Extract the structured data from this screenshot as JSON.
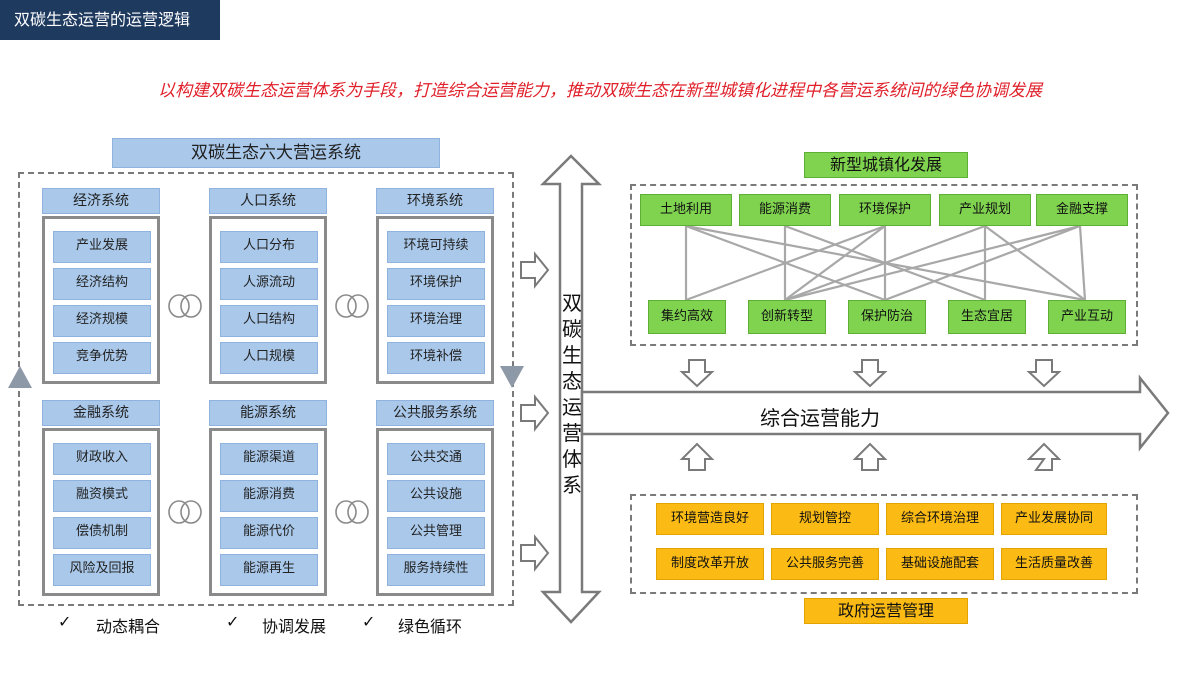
{
  "title": "双碳生态运营的运营逻辑",
  "subtitle": "以构建双碳生态运营体系为手段，打造综合运营能力，推动双碳生态在新型城镇化进程中各营运系统间的绿色协调发展",
  "six_systems": {
    "header": "双碳生态六大营运系统",
    "systems": [
      {
        "name": "经济系统",
        "items": [
          "产业发展",
          "经济结构",
          "经济规模",
          "竞争优势"
        ]
      },
      {
        "name": "人口系统",
        "items": [
          "人口分布",
          "人源流动",
          "人口结构",
          "人口规模"
        ]
      },
      {
        "name": "环境系统",
        "items": [
          "环境可持续",
          "环境保护",
          "环境治理",
          "环境补偿"
        ]
      },
      {
        "name": "金融系统",
        "items": [
          "财政收入",
          "融资模式",
          "偿债机制",
          "风险及回报"
        ]
      },
      {
        "name": "能源系统",
        "items": [
          "能源渠道",
          "能源消费",
          "能源代价",
          "能源再生"
        ]
      },
      {
        "name": "公共服务系统",
        "items": [
          "公共交通",
          "公共设施",
          "公共管理",
          "服务持续性"
        ]
      }
    ],
    "footer": [
      "动态耦合",
      "协调发展",
      "绿色循环"
    ],
    "check_mark": "✓"
  },
  "center_vertical": "双碳生态运营体系",
  "urbanization": {
    "header": "新型城镇化发展",
    "top": [
      "土地利用",
      "能源消费",
      "环境保护",
      "产业规划",
      "金融支撑"
    ],
    "bottom": [
      "集约高效",
      "创新转型",
      "保护防治",
      "生态宜居",
      "产业互动"
    ]
  },
  "capability_label": "综合运营能力",
  "government": {
    "footer_label": "政府运营管理",
    "row1": [
      "环境营造良好",
      "规划管控",
      "综合环境治理",
      "产业发展协同"
    ],
    "row2": [
      "制度改革开放",
      "公共服务完善",
      "基础设施配套",
      "生活质量改善"
    ]
  },
  "colors": {
    "title_bg": "#1f3a5f",
    "subtitle": "#e0202a",
    "blue": "#a9c8ea",
    "green": "#7fd34f",
    "orange": "#fbbb14"
  }
}
